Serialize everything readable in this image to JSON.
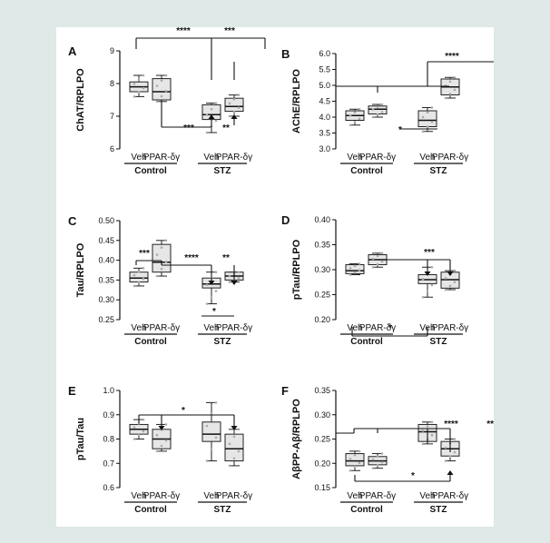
{
  "chart_data": [
    {
      "letter": "A",
      "type": "box",
      "ylabel": "ChAT/RPLPO",
      "ylim": [
        6,
        9
      ],
      "yticks": [
        "6",
        "7",
        "8",
        "9"
      ],
      "categories": [
        "Veh",
        "PPAR-δγ",
        "Veh",
        "PPAR-δγ"
      ],
      "groups": [
        "Control",
        "STZ"
      ],
      "boxes": [
        {
          "min": 7.6,
          "q1": 7.75,
          "median": 7.9,
          "q3": 8.05,
          "max": 8.25
        },
        {
          "min": 7.45,
          "q1": 7.5,
          "median": 7.75,
          "q3": 8.15,
          "max": 8.25
        },
        {
          "min": 6.5,
          "q1": 6.9,
          "median": 7.05,
          "q3": 7.35,
          "max": 7.4
        },
        {
          "min": 7.0,
          "q1": 7.15,
          "median": 7.3,
          "q3": 7.55,
          "max": 7.65
        }
      ],
      "annotations": [
        "****",
        "***",
        "***",
        "**"
      ]
    },
    {
      "letter": "B",
      "type": "box",
      "ylabel": "AChE/RPLPO",
      "ylim": [
        3.0,
        6.0
      ],
      "yticks": [
        "3.0",
        "3.5",
        "4.0",
        "4.5",
        "5.0",
        "5.5",
        "6.0"
      ],
      "categories": [
        "Veh",
        "PPAR-δγ",
        "Veh",
        "PPAR-δγ"
      ],
      "groups": [
        "Control",
        "STZ"
      ],
      "boxes": [
        {
          "min": 3.75,
          "q1": 3.9,
          "median": 4.05,
          "q3": 4.2,
          "max": 4.25
        },
        {
          "min": 4.0,
          "q1": 4.1,
          "median": 4.25,
          "q3": 4.35,
          "max": 4.4
        },
        {
          "min": 3.55,
          "q1": 3.7,
          "median": 3.9,
          "q3": 4.2,
          "max": 4.3
        },
        {
          "min": 4.6,
          "q1": 4.7,
          "median": 4.95,
          "q3": 5.2,
          "max": 5.25
        }
      ],
      "annotations": [
        "****",
        "*"
      ]
    },
    {
      "letter": "C",
      "type": "box",
      "ylabel": "Tau/RPLPO",
      "ylim": [
        0.25,
        0.5
      ],
      "yticks": [
        "0.25",
        "0.30",
        "0.35",
        "0.40",
        "0.45",
        "0.50"
      ],
      "categories": [
        "Veh",
        "PPAR-δγ",
        "Veh",
        "PPAR-δγ"
      ],
      "groups": [
        "Control",
        "STZ"
      ],
      "boxes": [
        {
          "min": 0.335,
          "q1": 0.345,
          "median": 0.355,
          "q3": 0.37,
          "max": 0.38
        },
        {
          "min": 0.36,
          "q1": 0.37,
          "median": 0.395,
          "q3": 0.44,
          "max": 0.45
        },
        {
          "min": 0.29,
          "q1": 0.33,
          "median": 0.34,
          "q3": 0.355,
          "max": 0.37
        },
        {
          "min": 0.345,
          "q1": 0.35,
          "median": 0.36,
          "q3": 0.37,
          "max": 0.37
        }
      ],
      "annotations": [
        "***",
        "****",
        "**",
        "*"
      ]
    },
    {
      "letter": "D",
      "type": "box",
      "ylabel": "pTau/RPLPO",
      "ylim": [
        0.2,
        0.4
      ],
      "yticks": [
        "0.20",
        "0.25",
        "0.30",
        "0.35",
        "0.40"
      ],
      "categories": [
        "Veh",
        "PPAR-δγ",
        "Veh",
        "PPAR-δγ"
      ],
      "groups": [
        "Control",
        "STZ"
      ],
      "boxes": [
        {
          "min": 0.29,
          "q1": 0.292,
          "median": 0.298,
          "q3": 0.31,
          "max": 0.312
        },
        {
          "min": 0.305,
          "q1": 0.31,
          "median": 0.32,
          "q3": 0.33,
          "max": 0.333
        },
        {
          "min": 0.245,
          "q1": 0.272,
          "median": 0.28,
          "q3": 0.29,
          "max": 0.305
        },
        {
          "min": 0.26,
          "q1": 0.263,
          "median": 0.28,
          "q3": 0.295,
          "max": 0.298
        }
      ],
      "annotations": [
        "***",
        "*"
      ]
    },
    {
      "letter": "E",
      "type": "box",
      "ylabel": "pTau/Tau",
      "ylim": [
        0.6,
        1.0
      ],
      "yticks": [
        "0.6",
        "0.7",
        "0.8",
        "0.9",
        "1.0"
      ],
      "categories": [
        "Veh",
        "PPAR-δγ",
        "Veh",
        "PPAR-δγ"
      ],
      "groups": [
        "Control",
        "STZ"
      ],
      "boxes": [
        {
          "min": 0.8,
          "q1": 0.82,
          "median": 0.84,
          "q3": 0.86,
          "max": 0.88
        },
        {
          "min": 0.75,
          "q1": 0.76,
          "median": 0.8,
          "q3": 0.84,
          "max": 0.86
        },
        {
          "min": 0.71,
          "q1": 0.79,
          "median": 0.82,
          "q3": 0.87,
          "max": 0.95
        },
        {
          "min": 0.69,
          "q1": 0.71,
          "median": 0.76,
          "q3": 0.82,
          "max": 0.84
        }
      ],
      "annotations": [
        "*"
      ]
    },
    {
      "letter": "F",
      "type": "box",
      "ylabel": "AβPP-Aβ/RPLPO",
      "ylim": [
        0.15,
        0.35
      ],
      "yticks": [
        "0.15",
        "0.20",
        "0.25",
        "0.30",
        "0.35"
      ],
      "categories": [
        "Veh",
        "PPAR-δγ",
        "Veh",
        "PPAR-δγ"
      ],
      "groups": [
        "Control",
        "STZ"
      ],
      "boxes": [
        {
          "min": 0.185,
          "q1": 0.195,
          "median": 0.205,
          "q3": 0.22,
          "max": 0.225
        },
        {
          "min": 0.19,
          "q1": 0.197,
          "median": 0.205,
          "q3": 0.214,
          "max": 0.22
        },
        {
          "min": 0.24,
          "q1": 0.245,
          "median": 0.265,
          "q3": 0.28,
          "max": 0.285
        },
        {
          "min": 0.205,
          "q1": 0.215,
          "median": 0.23,
          "q3": 0.245,
          "max": 0.25
        }
      ],
      "annotations": [
        "****",
        "****",
        "*"
      ]
    }
  ]
}
